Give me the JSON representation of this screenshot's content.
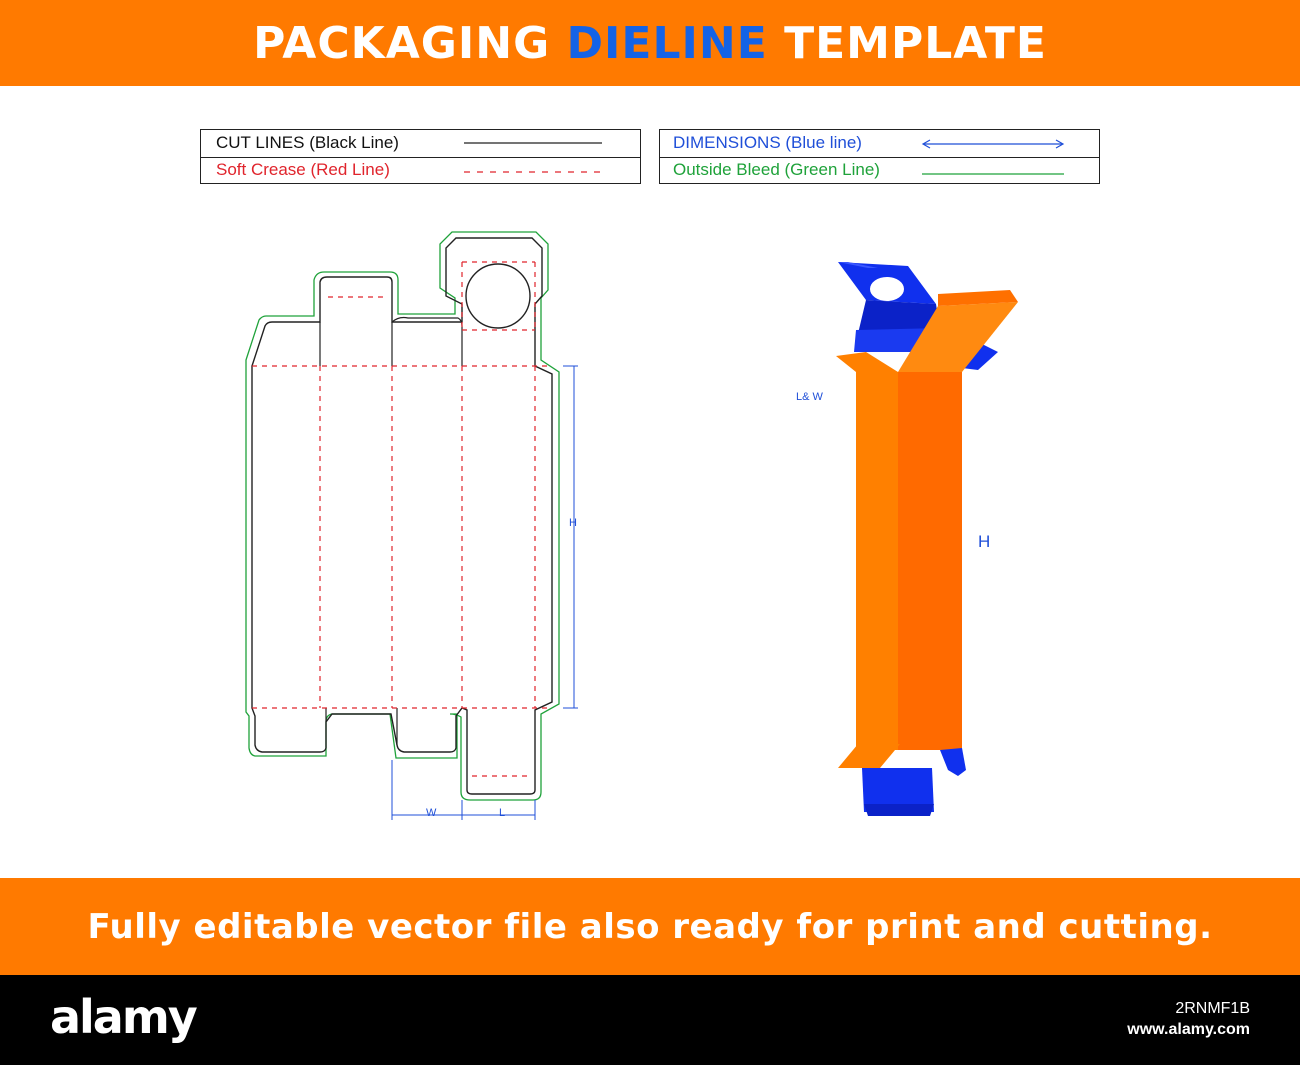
{
  "header": {
    "title_part1": "PACKAGING ",
    "title_accent": "DIELINE",
    "title_part2": " TEMPLATE"
  },
  "legend": {
    "cut_lines": "CUT LINES (Black Line)",
    "soft_crease": "Soft Crease (Red Line)",
    "dimensions": "DIMENSIONS (Blue line)",
    "outside_bleed": "Outside Bleed (Green Line)"
  },
  "dieline": {
    "height_label": "H",
    "width_label": "W",
    "length_label": "L"
  },
  "box_3d": {
    "lw_label": "L& W",
    "height_label": "H"
  },
  "footer": {
    "tagline": "Fully editable vector file also ready for print and cutting.",
    "logo": "alamy",
    "image_id": "2RNMF1B",
    "url": "www.alamy.com"
  },
  "colors": {
    "banner_orange": "#ff7a00",
    "accent_blue": "#1463e6",
    "cut_black": "#222222",
    "crease_red": "#e0242c",
    "dimension_blue": "#1f4fd8",
    "bleed_green": "#1fa23a",
    "box_orange_light": "#ff8000",
    "box_orange_dark": "#ff6a00",
    "box_blue": "#1030ee"
  }
}
